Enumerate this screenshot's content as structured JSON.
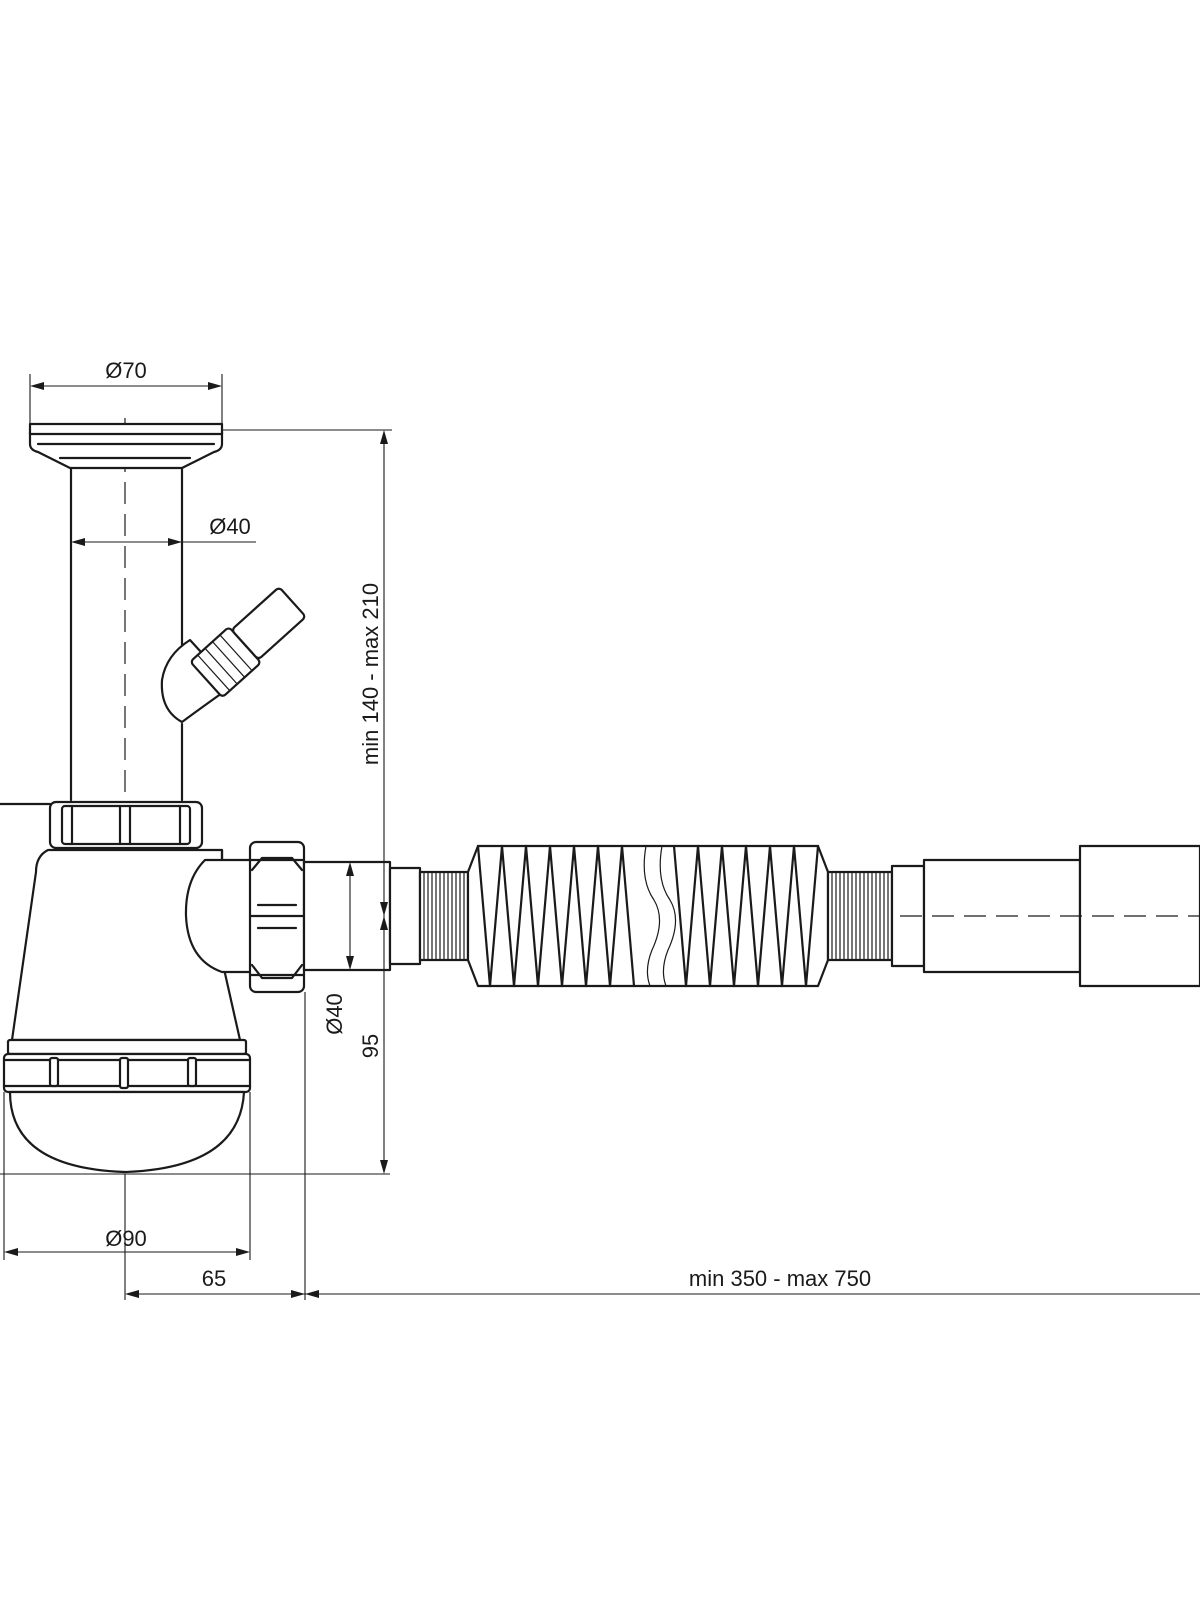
{
  "dimensions": {
    "flange_diameter": "Ø70",
    "pipe_diameter": "Ø40",
    "outlet_diameter": "Ø40",
    "height_range": "min 140 - max 210",
    "outlet_height": "95",
    "bottle_diameter": "Ø90",
    "offset": "65",
    "length_range": "min 350 - max 750"
  }
}
